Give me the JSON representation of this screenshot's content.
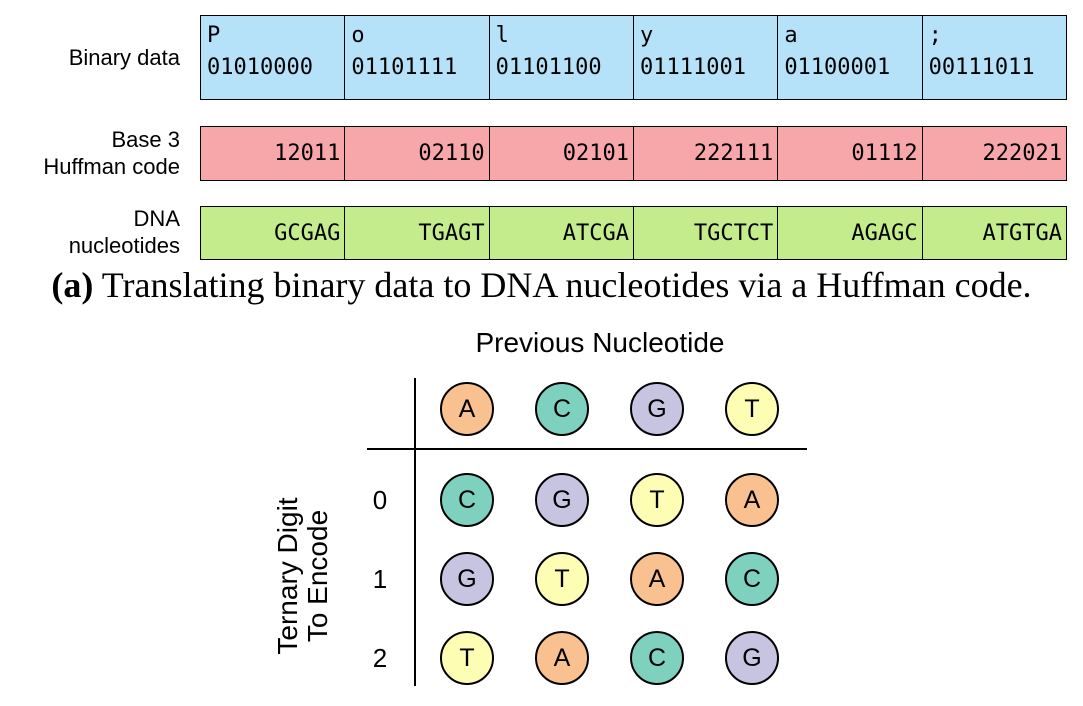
{
  "colors": {
    "binary_fill": "#b5e2f8",
    "huffman_fill": "#f7a7aa",
    "dna_fill": "#c4ec8c",
    "A": "#f9c18f",
    "C": "#7fd1bf",
    "G": "#c6c4e1",
    "T": "#fefdb4"
  },
  "rows": {
    "binary_label": "Binary data",
    "huffman_label_line1": "Base 3",
    "huffman_label_line2": "Huffman code",
    "dna_label_line1": "DNA",
    "dna_label_line2": "nucleotides"
  },
  "binary": [
    {
      "char": "P",
      "bits": "01010000"
    },
    {
      "char": "o",
      "bits": "01101111"
    },
    {
      "char": "l",
      "bits": "01101100"
    },
    {
      "char": "y",
      "bits": "01111001"
    },
    {
      "char": "a",
      "bits": "01100001"
    },
    {
      "char": ";",
      "bits": "00111011"
    }
  ],
  "huffman": [
    "12011",
    "02110",
    "02101",
    "222111",
    "01112",
    "222021"
  ],
  "dna": [
    "GCGAG",
    "TGAGT",
    "ATCGA",
    "TGCTCT",
    "AGAGC",
    "ATGTGA"
  ],
  "caption": {
    "tag": "(a)",
    "text": " Translating binary data to DNA nucleotides via a Huffman code."
  },
  "table": {
    "title": "Previous Nucleotide",
    "side_title_line1": "Ternary Digit",
    "side_title_line2": "To Encode",
    "header": [
      "A",
      "C",
      "G",
      "T"
    ],
    "digits": [
      "0",
      "1",
      "2"
    ],
    "grid": [
      [
        "C",
        "G",
        "T",
        "A"
      ],
      [
        "G",
        "T",
        "A",
        "C"
      ],
      [
        "T",
        "A",
        "C",
        "G"
      ]
    ]
  }
}
